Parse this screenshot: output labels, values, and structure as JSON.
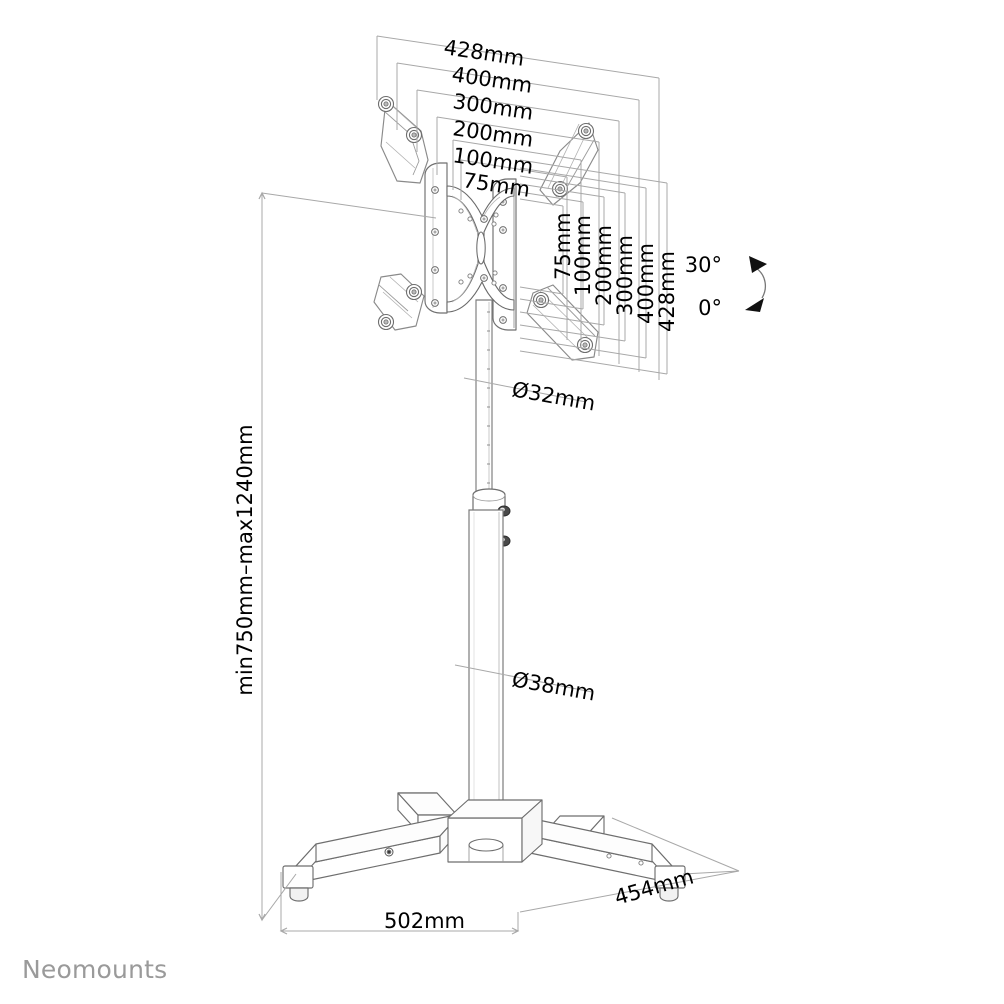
{
  "drawing": {
    "title": "Neomounts floor stand technical dimension drawing",
    "brand": "Neomounts",
    "brand_color": "#9a9a9a",
    "line_color": "#8c8c8c",
    "dim_line_color": "#a8a8a8",
    "text_color": "#000000",
    "background": "#ffffff"
  },
  "dimensions": {
    "vesa_horizontal": [
      {
        "id": "h428",
        "label": "428mm"
      },
      {
        "id": "h400",
        "label": "400mm"
      },
      {
        "id": "h300",
        "label": "300mm"
      },
      {
        "id": "h200",
        "label": "200mm"
      },
      {
        "id": "h100",
        "label": "100mm"
      },
      {
        "id": "h75",
        "label": "75mm"
      }
    ],
    "vesa_vertical": [
      {
        "id": "v75",
        "label": "75mm"
      },
      {
        "id": "v100",
        "label": "100mm"
      },
      {
        "id": "v200",
        "label": "200mm"
      },
      {
        "id": "v300",
        "label": "300mm"
      },
      {
        "id": "v400",
        "label": "400mm"
      },
      {
        "id": "v428",
        "label": "428mm"
      }
    ],
    "tube_upper": "Ø32mm",
    "tube_lower": "Ø38mm",
    "height_range": "min750mm–max1240mm",
    "base_width": "502mm",
    "base_depth": "454mm"
  },
  "tilt": {
    "max_label": "30°",
    "min_label": "0°"
  }
}
